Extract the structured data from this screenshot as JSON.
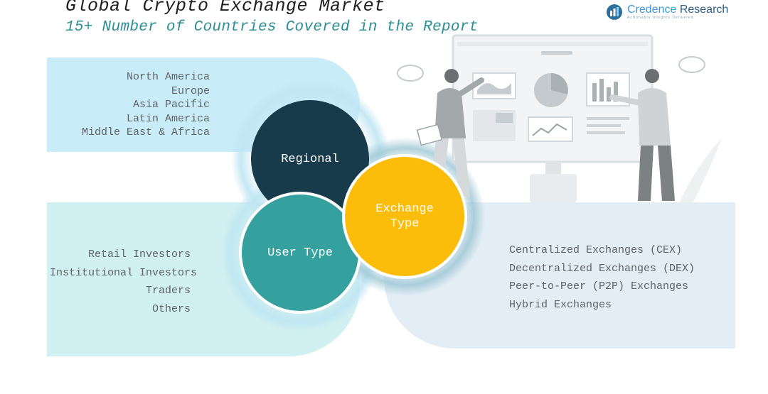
{
  "header": {
    "title": "Global Crypto Exchange Market",
    "subtitle": "15+ Number of Countries Covered in the Report"
  },
  "logo": {
    "brand_first": "Credence",
    "brand_second": " Research",
    "tagline": "Actionable Insights Delivered"
  },
  "segments": {
    "regional": {
      "label": "Regional",
      "items": [
        "North America",
        "Europe",
        "Asia Pacific",
        "Latin America",
        "Middle East & Africa"
      ]
    },
    "user_type": {
      "label": "User Type",
      "items": [
        "Retail Investors",
        "Institutional Investors",
        "Traders",
        "Others"
      ]
    },
    "exchange_type": {
      "label_line1": "Exchange",
      "label_line2": "Type",
      "items": [
        "Centralized Exchanges (CEX)",
        "Decentralized Exchanges (DEX)",
        "Peer-to-Peer (P2P) Exchanges",
        "Hybrid Exchanges"
      ]
    }
  },
  "colors": {
    "regional": "#173b4b",
    "user_type": "#35a19f",
    "exchange_type": "#fbbd09",
    "subtitle": "#2a8f95"
  }
}
